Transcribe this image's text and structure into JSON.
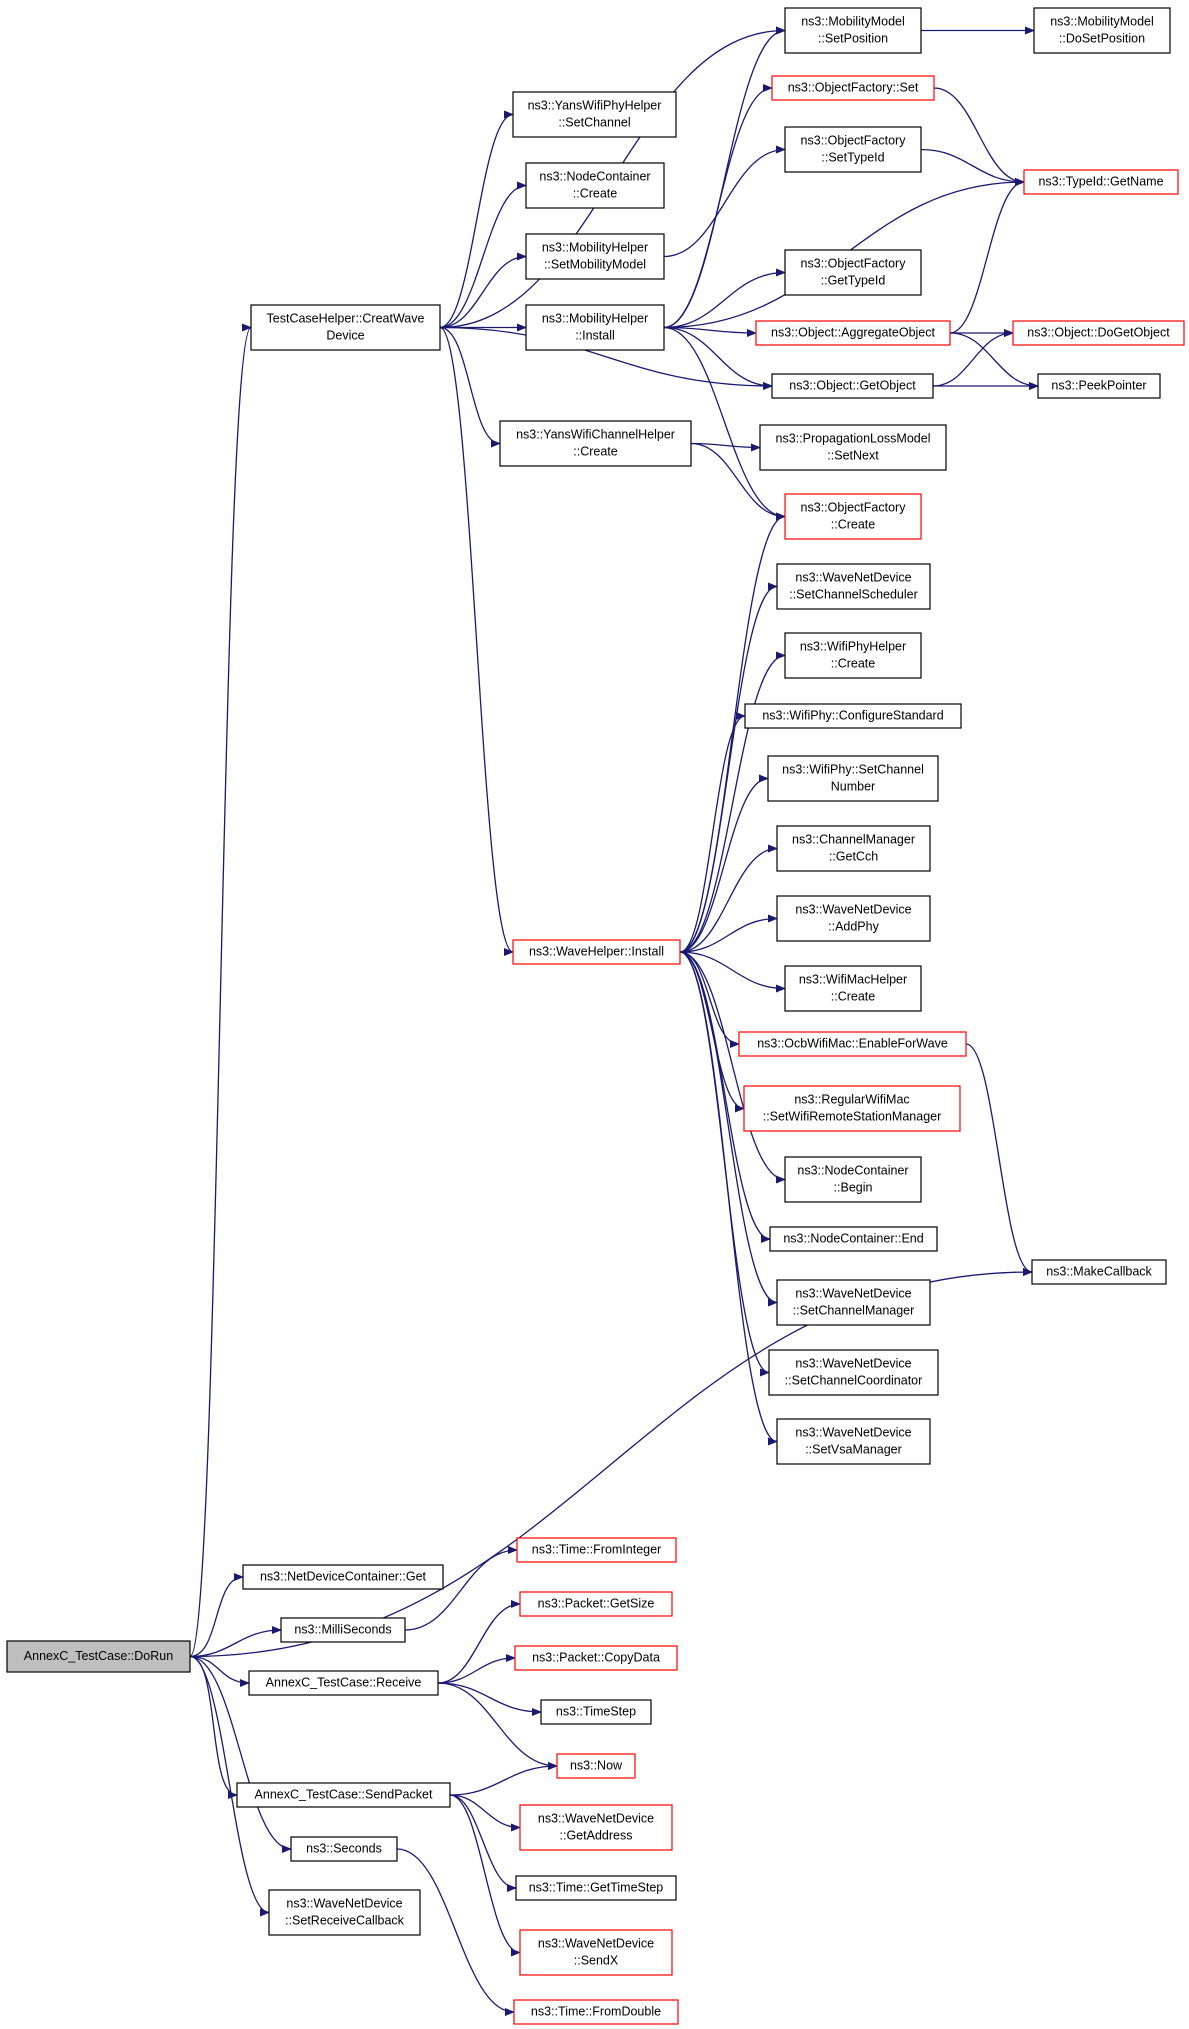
{
  "colors": {
    "edge": "#191970",
    "border_default": "#000000",
    "border_external": "#ff0000",
    "root_fill": "#bfbfbf",
    "node_fill": "#ffffff"
  },
  "nodes": [
    {
      "id": "doRun",
      "lines": [
        "AnnexC_TestCase::DoRun"
      ],
      "style": "root"
    },
    {
      "id": "creatWave",
      "lines": [
        "TestCaseHelper::CreatWave",
        "Device"
      ],
      "style": "default"
    },
    {
      "id": "setPosition",
      "lines": [
        "ns3::MobilityModel",
        "::SetPosition"
      ],
      "style": "default"
    },
    {
      "id": "doSetPosition",
      "lines": [
        "ns3::MobilityModel",
        "::DoSetPosition"
      ],
      "style": "default"
    },
    {
      "id": "yansPhySetChannel",
      "lines": [
        "ns3::YansWifiPhyHelper",
        "::SetChannel"
      ],
      "style": "default"
    },
    {
      "id": "nodeContainerCreate",
      "lines": [
        "ns3::NodeContainer",
        "::Create"
      ],
      "style": "default"
    },
    {
      "id": "setMobilityModel",
      "lines": [
        "ns3::MobilityHelper",
        "::SetMobilityModel"
      ],
      "style": "default"
    },
    {
      "id": "mobilityInstall",
      "lines": [
        "ns3::MobilityHelper",
        "::Install"
      ],
      "style": "default"
    },
    {
      "id": "yansChannelCreate",
      "lines": [
        "ns3::YansWifiChannelHelper",
        "::Create"
      ],
      "style": "default"
    },
    {
      "id": "objFactorySet",
      "lines": [
        "ns3::ObjectFactory::Set"
      ],
      "style": "external"
    },
    {
      "id": "objFactorySetTypeId",
      "lines": [
        "ns3::ObjectFactory",
        "::SetTypeId"
      ],
      "style": "default"
    },
    {
      "id": "typeIdGetName",
      "lines": [
        "ns3::TypeId::GetName"
      ],
      "style": "external"
    },
    {
      "id": "objFactoryGetTypeId",
      "lines": [
        "ns3::ObjectFactory",
        "::GetTypeId"
      ],
      "style": "default"
    },
    {
      "id": "aggregateObject",
      "lines": [
        "ns3::Object::AggregateObject"
      ],
      "style": "external"
    },
    {
      "id": "doGetObject",
      "lines": [
        "ns3::Object::DoGetObject"
      ],
      "style": "external"
    },
    {
      "id": "getObject",
      "lines": [
        "ns3::Object::GetObject"
      ],
      "style": "default"
    },
    {
      "id": "peekPointer",
      "lines": [
        "ns3::PeekPointer"
      ],
      "style": "default"
    },
    {
      "id": "propSetNext",
      "lines": [
        "ns3::PropagationLossModel",
        "::SetNext"
      ],
      "style": "default"
    },
    {
      "id": "objFactoryCreate",
      "lines": [
        "ns3::ObjectFactory",
        "::Create"
      ],
      "style": "external"
    },
    {
      "id": "waveHelperInstall",
      "lines": [
        "ns3::WaveHelper::Install"
      ],
      "style": "external"
    },
    {
      "id": "setChannelScheduler",
      "lines": [
        "ns3::WaveNetDevice",
        "::SetChannelScheduler"
      ],
      "style": "default"
    },
    {
      "id": "wifiPhyHelperCreate",
      "lines": [
        "ns3::WifiPhyHelper",
        "::Create"
      ],
      "style": "default"
    },
    {
      "id": "configureStandard",
      "lines": [
        "ns3::WifiPhy::ConfigureStandard"
      ],
      "style": "default"
    },
    {
      "id": "setChannelNumber",
      "lines": [
        "ns3::WifiPhy::SetChannel",
        "Number"
      ],
      "style": "default"
    },
    {
      "id": "getCch",
      "lines": [
        "ns3::ChannelManager",
        "::GetCch"
      ],
      "style": "default"
    },
    {
      "id": "addPhy",
      "lines": [
        "ns3::WaveNetDevice",
        "::AddPhy"
      ],
      "style": "default"
    },
    {
      "id": "wifiMacHelperCreate",
      "lines": [
        "ns3::WifiMacHelper",
        "::Create"
      ],
      "style": "default"
    },
    {
      "id": "enableForWave",
      "lines": [
        "ns3::OcbWifiMac::EnableForWave"
      ],
      "style": "external"
    },
    {
      "id": "setWifiRemoteStationManager",
      "lines": [
        "ns3::RegularWifiMac",
        "::SetWifiRemoteStationManager"
      ],
      "style": "external"
    },
    {
      "id": "nodeContainerBegin",
      "lines": [
        "ns3::NodeContainer",
        "::Begin"
      ],
      "style": "default"
    },
    {
      "id": "nodeContainerEnd",
      "lines": [
        "ns3::NodeContainer::End"
      ],
      "style": "default"
    },
    {
      "id": "setChannelManager",
      "lines": [
        "ns3::WaveNetDevice",
        "::SetChannelManager"
      ],
      "style": "default"
    },
    {
      "id": "setChannelCoordinator",
      "lines": [
        "ns3::WaveNetDevice",
        "::SetChannelCoordinator"
      ],
      "style": "default"
    },
    {
      "id": "setVsaManager",
      "lines": [
        "ns3::WaveNetDevice",
        "::SetVsaManager"
      ],
      "style": "default"
    },
    {
      "id": "makeCallback",
      "lines": [
        "ns3::MakeCallback"
      ],
      "style": "default"
    },
    {
      "id": "netDeviceContainerGet",
      "lines": [
        "ns3::NetDeviceContainer::Get"
      ],
      "style": "default"
    },
    {
      "id": "milliSeconds",
      "lines": [
        "ns3::MilliSeconds"
      ],
      "style": "default"
    },
    {
      "id": "timeFromInteger",
      "lines": [
        "ns3::Time::FromInteger"
      ],
      "style": "external"
    },
    {
      "id": "receive",
      "lines": [
        "AnnexC_TestCase::Receive"
      ],
      "style": "default"
    },
    {
      "id": "packetGetSize",
      "lines": [
        "ns3::Packet::GetSize"
      ],
      "style": "external"
    },
    {
      "id": "packetCopyData",
      "lines": [
        "ns3::Packet::CopyData"
      ],
      "style": "external"
    },
    {
      "id": "timeStep",
      "lines": [
        "ns3::TimeStep"
      ],
      "style": "default"
    },
    {
      "id": "now",
      "lines": [
        "ns3::Now"
      ],
      "style": "external"
    },
    {
      "id": "sendPacket",
      "lines": [
        "AnnexC_TestCase::SendPacket"
      ],
      "style": "default"
    },
    {
      "id": "getAddress",
      "lines": [
        "ns3::WaveNetDevice",
        "::GetAddress"
      ],
      "style": "external"
    },
    {
      "id": "getTimeStep",
      "lines": [
        "ns3::Time::GetTimeStep"
      ],
      "style": "default"
    },
    {
      "id": "sendX",
      "lines": [
        "ns3::WaveNetDevice",
        "::SendX"
      ],
      "style": "external"
    },
    {
      "id": "seconds",
      "lines": [
        "ns3::Seconds"
      ],
      "style": "default"
    },
    {
      "id": "setReceiveCallback",
      "lines": [
        "ns3::WaveNetDevice",
        "::SetReceiveCallback"
      ],
      "style": "default"
    },
    {
      "id": "timeFromDouble",
      "lines": [
        "ns3::Time::FromDouble"
      ],
      "style": "external"
    }
  ],
  "edges": [
    [
      "doRun",
      "creatWave"
    ],
    [
      "doRun",
      "makeCallback"
    ],
    [
      "doRun",
      "netDeviceContainerGet"
    ],
    [
      "doRun",
      "milliSeconds"
    ],
    [
      "doRun",
      "receive"
    ],
    [
      "doRun",
      "sendPacket"
    ],
    [
      "doRun",
      "seconds"
    ],
    [
      "doRun",
      "setReceiveCallback"
    ],
    [
      "creatWave",
      "setPosition"
    ],
    [
      "creatWave",
      "yansPhySetChannel"
    ],
    [
      "creatWave",
      "nodeContainerCreate"
    ],
    [
      "creatWave",
      "setMobilityModel"
    ],
    [
      "creatWave",
      "mobilityInstall"
    ],
    [
      "creatWave",
      "getObject"
    ],
    [
      "creatWave",
      "yansChannelCreate"
    ],
    [
      "creatWave",
      "waveHelperInstall"
    ],
    [
      "setPosition",
      "doSetPosition"
    ],
    [
      "setMobilityModel",
      "objFactorySetTypeId"
    ],
    [
      "mobilityInstall",
      "setPosition"
    ],
    [
      "mobilityInstall",
      "objFactorySet"
    ],
    [
      "mobilityInstall",
      "typeIdGetName"
    ],
    [
      "mobilityInstall",
      "objFactoryGetTypeId"
    ],
    [
      "mobilityInstall",
      "aggregateObject"
    ],
    [
      "mobilityInstall",
      "getObject"
    ],
    [
      "mobilityInstall",
      "objFactoryCreate"
    ],
    [
      "objFactorySet",
      "typeIdGetName"
    ],
    [
      "objFactorySetTypeId",
      "typeIdGetName"
    ],
    [
      "aggregateObject",
      "typeIdGetName"
    ],
    [
      "aggregateObject",
      "doGetObject"
    ],
    [
      "aggregateObject",
      "peekPointer"
    ],
    [
      "getObject",
      "doGetObject"
    ],
    [
      "getObject",
      "peekPointer"
    ],
    [
      "yansChannelCreate",
      "propSetNext"
    ],
    [
      "yansChannelCreate",
      "objFactoryCreate"
    ],
    [
      "waveHelperInstall",
      "objFactoryCreate"
    ],
    [
      "waveHelperInstall",
      "setChannelScheduler"
    ],
    [
      "waveHelperInstall",
      "wifiPhyHelperCreate"
    ],
    [
      "waveHelperInstall",
      "configureStandard"
    ],
    [
      "waveHelperInstall",
      "setChannelNumber"
    ],
    [
      "waveHelperInstall",
      "getCch"
    ],
    [
      "waveHelperInstall",
      "addPhy"
    ],
    [
      "waveHelperInstall",
      "wifiMacHelperCreate"
    ],
    [
      "waveHelperInstall",
      "enableForWave"
    ],
    [
      "waveHelperInstall",
      "setWifiRemoteStationManager"
    ],
    [
      "waveHelperInstall",
      "nodeContainerBegin"
    ],
    [
      "waveHelperInstall",
      "nodeContainerEnd"
    ],
    [
      "waveHelperInstall",
      "setChannelManager"
    ],
    [
      "waveHelperInstall",
      "setChannelCoordinator"
    ],
    [
      "waveHelperInstall",
      "setVsaManager"
    ],
    [
      "enableForWave",
      "makeCallback"
    ],
    [
      "milliSeconds",
      "timeFromInteger"
    ],
    [
      "receive",
      "packetGetSize"
    ],
    [
      "receive",
      "packetCopyData"
    ],
    [
      "receive",
      "timeStep"
    ],
    [
      "receive",
      "now"
    ],
    [
      "sendPacket",
      "now"
    ],
    [
      "sendPacket",
      "getAddress"
    ],
    [
      "sendPacket",
      "getTimeStep"
    ],
    [
      "sendPacket",
      "sendX"
    ],
    [
      "seconds",
      "timeFromDouble"
    ]
  ]
}
